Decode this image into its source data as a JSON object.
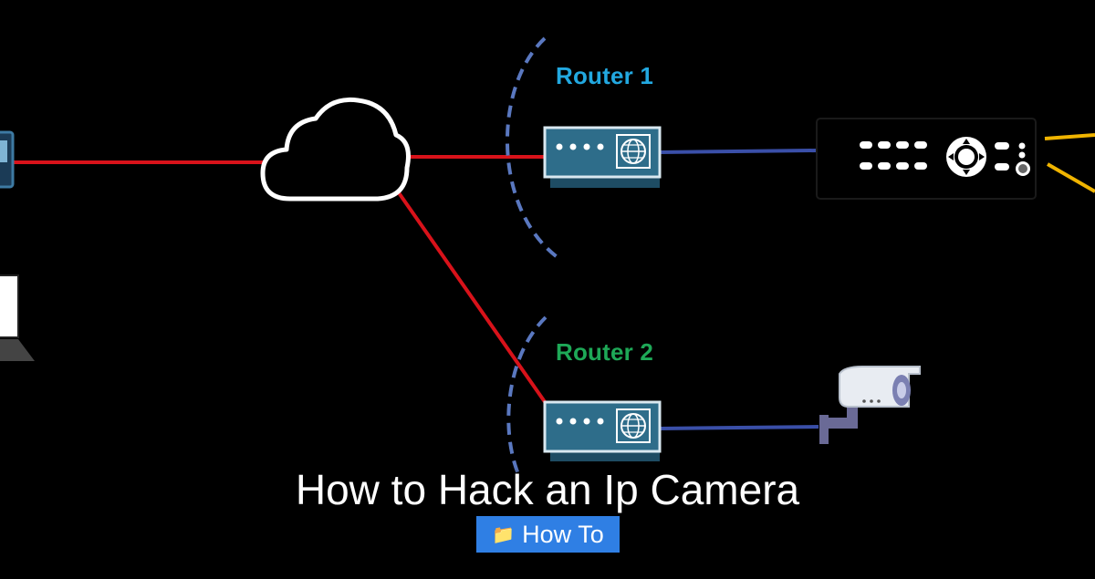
{
  "diagram": {
    "router1_label": "Router 1",
    "router2_label": "Router 2",
    "colors": {
      "wan_link": "#d8121a",
      "lan_link": "#3a4fa8",
      "router1_label": "#22a8e0",
      "router2_label": "#1ea857",
      "router_body": "#2e6d8a",
      "wifi_arc": "#5a78c0",
      "camera_cable": "#f0b400"
    },
    "icons": [
      "computer-icon",
      "laptop-icon",
      "cloud-icon",
      "router-icon",
      "nvr-icon",
      "ip-camera-icon",
      "globe-icon"
    ]
  },
  "title": "How to Hack an Ip Camera",
  "badge": {
    "icon": "folder-icon",
    "label": "How To",
    "color": "#2f7fe4"
  }
}
